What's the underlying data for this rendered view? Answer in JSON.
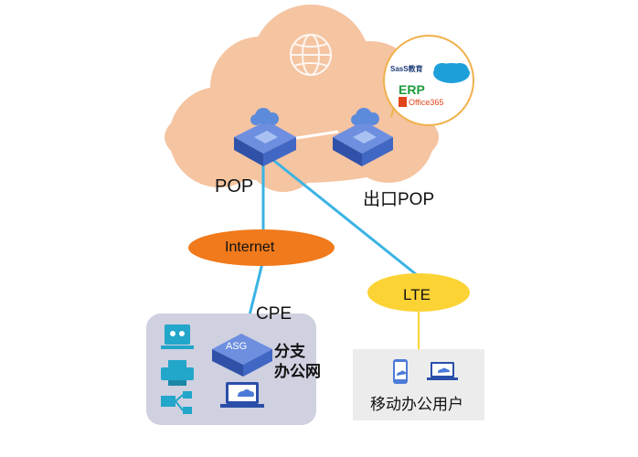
{
  "nodes": {
    "pop": "POP",
    "exit_pop": "出口POP",
    "internet": "Internet",
    "lte": "LTE",
    "cpe": "CPE",
    "asg": "ASG",
    "branch_office": "分支\n办公网",
    "mobile_users": "移动办公用户"
  },
  "apps": {
    "saas": "SasS教育",
    "erp": "ERP",
    "office": "Office365"
  },
  "colors": {
    "cloud": "#f5c4a1",
    "internet": "#f07a1c",
    "lte": "#fbd335",
    "link": "#3bb3e3",
    "device": "#3e6ac8",
    "branch_box": "#cfd0e0",
    "mobile_box": "#ececec",
    "app_circle": "#f0b14a"
  },
  "icons": [
    "globe-icon",
    "pop-router-icon",
    "exit-pop-router-icon",
    "asg-gateway-icon",
    "video-conference-icon",
    "printer-icon",
    "file-sharing-icon",
    "laptop-icon",
    "mobile-phone-icon",
    "salesforce-cloud-icon"
  ]
}
